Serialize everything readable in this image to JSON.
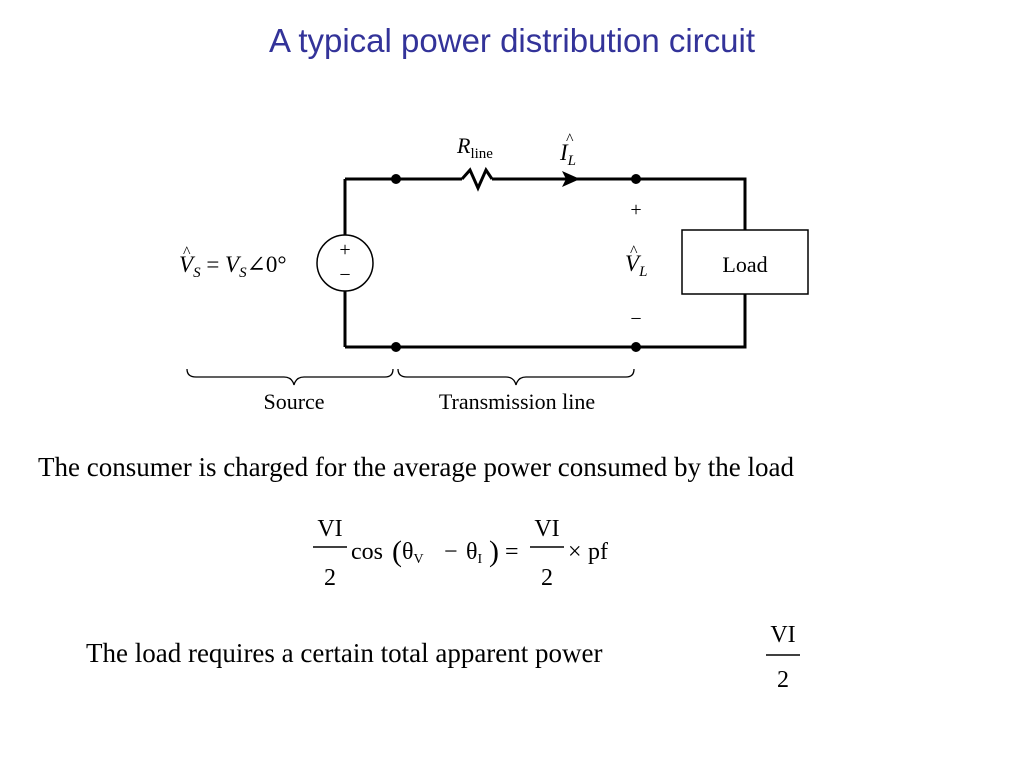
{
  "title": "A typical power distribution circuit",
  "circuit": {
    "resistor_label_main": "R",
    "resistor_label_sub": "line",
    "current_label_main": "I",
    "current_label_sub": "L",
    "source_label_v1": "V",
    "source_label_sub1": "S",
    "source_label_eq": " = ",
    "source_label_v2": "V",
    "source_label_sub2": "S",
    "source_label_angle": "∠0°",
    "source_plus": "+",
    "source_minus": "−",
    "load_plus": "+",
    "load_minus": "−",
    "load_voltage_main": "V",
    "load_voltage_sub": "L",
    "load_box_label": "Load",
    "brace_source_label": "Source",
    "brace_line_label": "Transmission line"
  },
  "statement": "The consumer is charged for the average power consumed by the load",
  "formula": {
    "numerator_left": "VI",
    "denominator_left": "2",
    "cos_text": "cos",
    "paren_open": "(",
    "theta_v": "θ",
    "theta_v_sub": "V",
    "minus": "−",
    "theta_i": "θ",
    "theta_i_sub": "I",
    "paren_close": ")",
    "equals": "=",
    "numerator_right": "VI",
    "denominator_right": "2",
    "times": "×",
    "pf": "pf"
  },
  "statement2": "The load requires a certain total apparent power",
  "apparent_power": {
    "numerator": "VI",
    "denominator": "2"
  }
}
